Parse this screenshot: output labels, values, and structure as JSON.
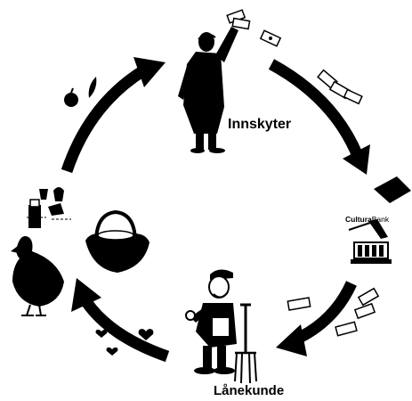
{
  "labels": {
    "investor": "Innskyter",
    "borrower": "Lånekunde",
    "bank_part1": "Cultura",
    "bank_part2": "Bank"
  },
  "colors": {
    "ink": "#000000",
    "paper": "#ffffff"
  },
  "icons": [
    "circular-arrow-icon",
    "investor-figure-icon",
    "banknote-icon",
    "bank-building-icon",
    "borrower-figure-icon",
    "pitchfork-icon",
    "hen-icon",
    "egg-basket-icon",
    "heart-icon",
    "apple-icon",
    "leaf-icon",
    "farm-produce-icon"
  ]
}
